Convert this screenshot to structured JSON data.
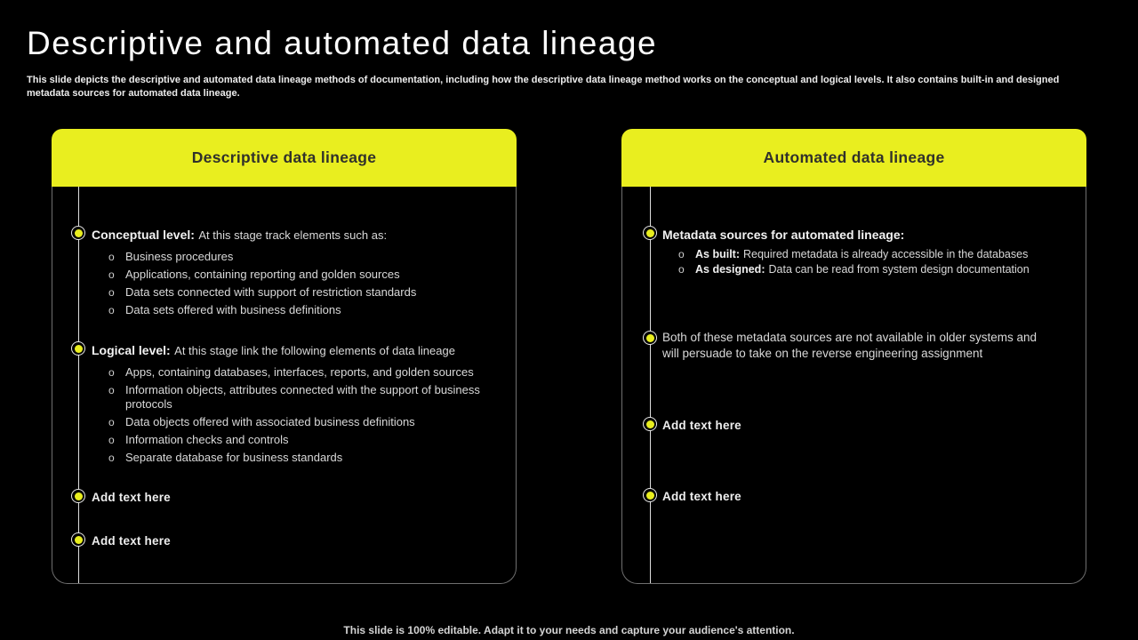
{
  "slide": {
    "title": "Descriptive and automated data lineage",
    "description": "This slide depicts the descriptive and automated data lineage methods of documentation, including how the descriptive data lineage method works on the conceptual and logical levels. It also contains built-in and designed metadata sources for automated data lineage.",
    "footer": "This slide is 100% editable. Adapt it to your needs and capture your audience's attention."
  },
  "colors": {
    "background": "#000000",
    "accent_yellow": "#e9ee1f",
    "header_text": "#31312b",
    "body_text": "#d9d9d9",
    "line": "#dedede"
  },
  "glyphs": {
    "sub_bullet": "o"
  },
  "panels": [
    {
      "title": "Descriptive data lineage",
      "sections": [
        {
          "lead": "Conceptual level:",
          "text": "At this stage track elements such as:",
          "sub_items": [
            "Business procedures",
            "Applications, containing reporting and golden sources",
            "Data sets connected with support of restriction standards",
            "Data sets offered with business definitions"
          ]
        },
        {
          "lead": "Logical level:",
          "text": "At this stage link the following elements of data lineage",
          "sub_items": [
            "Apps, containing databases, interfaces, reports, and golden sources",
            "Information objects, attributes connected with the support of business protocols",
            "Data objects offered with associated business definitions",
            "Information checks and controls",
            "Separate database for business standards"
          ]
        },
        {
          "lead": "Add text here"
        },
        {
          "lead": "Add text here"
        }
      ]
    },
    {
      "title": "Automated data lineage",
      "sections": [
        {
          "lead": "Metadata sources for automated lineage:",
          "sub_items": [
            {
              "lead": "As built:",
              "text": "Required metadata is already accessible in the databases"
            },
            {
              "lead": "As designed:",
              "text": "Data can be read from system design documentation"
            }
          ]
        },
        {
          "text": "Both of these metadata sources are not available in older systems and will persuade to take on the reverse engineering assignment"
        },
        {
          "lead": "Add text here"
        },
        {
          "lead": "Add text here"
        }
      ]
    }
  ]
}
